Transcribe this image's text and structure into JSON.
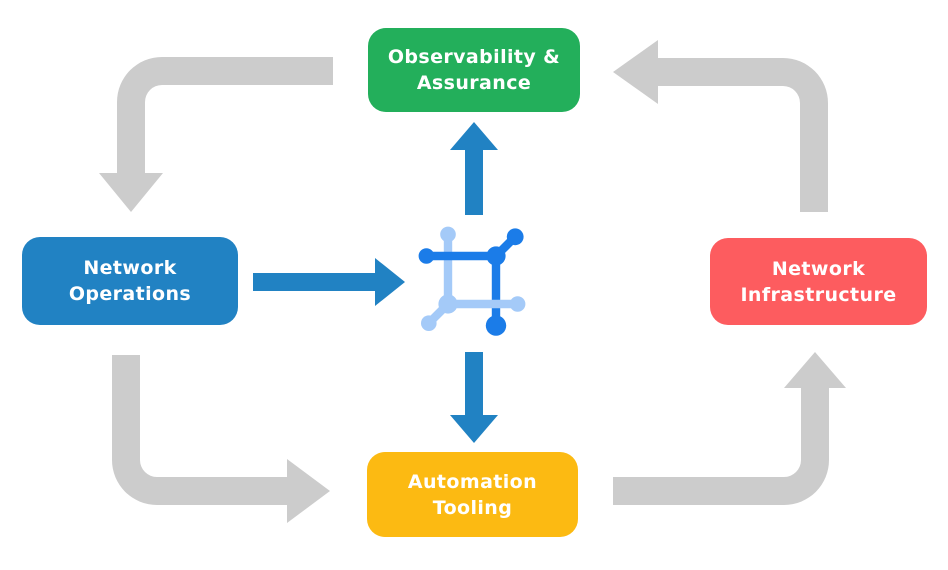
{
  "diagram": {
    "nodes": {
      "observability": {
        "label": "Observability &\nAssurance",
        "color": "#23AF5B"
      },
      "operations": {
        "label": "Network\nOperations",
        "color": "#2182C3"
      },
      "infrastructure": {
        "label": "Network\nInfrastructure",
        "color": "#FD5C5F"
      },
      "automation": {
        "label": "Automation\nTooling",
        "color": "#FCBA12"
      }
    },
    "colors": {
      "cycle_arrow": "#CCCCCC",
      "flow_arrow": "#2182C3",
      "icon_primary": "#1B7CE8",
      "icon_secondary": "#A4CAF8",
      "label_text": "#FFFFFF",
      "background": "#FFFFFF"
    },
    "icon": {
      "name": "network-mesh-icon"
    }
  }
}
